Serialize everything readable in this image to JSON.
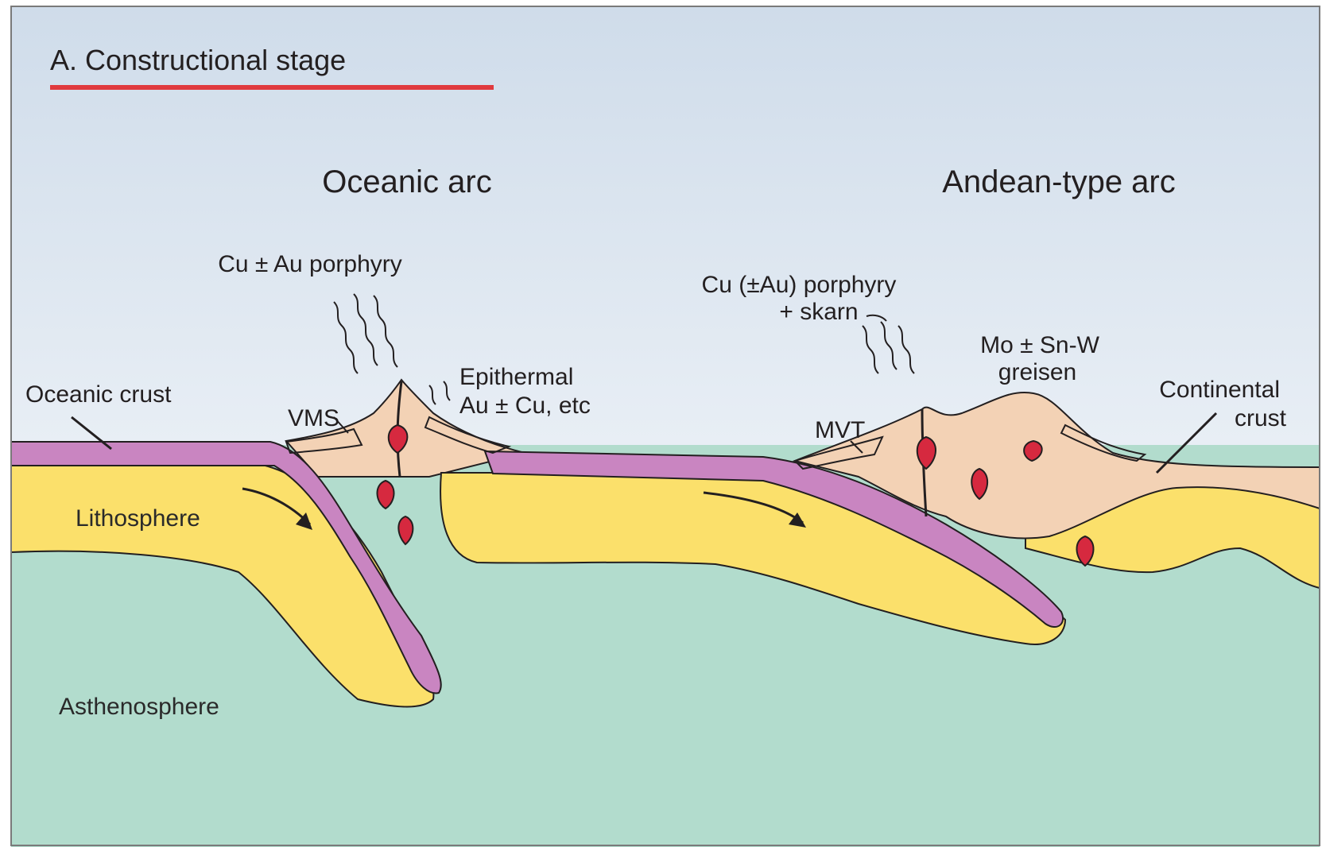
{
  "figure": {
    "title": "A. Constructional stage",
    "colors": {
      "sky_top": "#cfdcea",
      "sky_bottom": "#ffffff",
      "asthenosphere": "#b2dccd",
      "lithosphere": "#fbe06b",
      "oceanic_crust": "#c985c1",
      "arc_volcanic": "#f3d2b5",
      "magma": "#d6293f",
      "title_underline": "#e03a3e",
      "outline": "#231f20"
    }
  },
  "regions": {
    "oceanic_arc": "Oceanic arc",
    "andean_arc": "Andean-type arc"
  },
  "labels": {
    "cu_au_porphyry": "Cu ± Au porphyry",
    "cu_au_porphyry_skarn_line1": "Cu (±Au) porphyry",
    "cu_au_porphyry_skarn_line2": "+ skarn",
    "mo_sn_w_line1": "Mo ± Sn-W",
    "mo_sn_w_line2": "greisen",
    "epithermal_line1": "Epithermal",
    "epithermal_line2": "Au ± Cu, etc",
    "vms": "VMS",
    "mvt": "MVT",
    "oceanic_crust": "Oceanic crust",
    "continental_crust_line1": "Continental",
    "continental_crust_line2": "crust",
    "lithosphere": "Lithosphere",
    "asthenosphere": "Asthenosphere"
  }
}
